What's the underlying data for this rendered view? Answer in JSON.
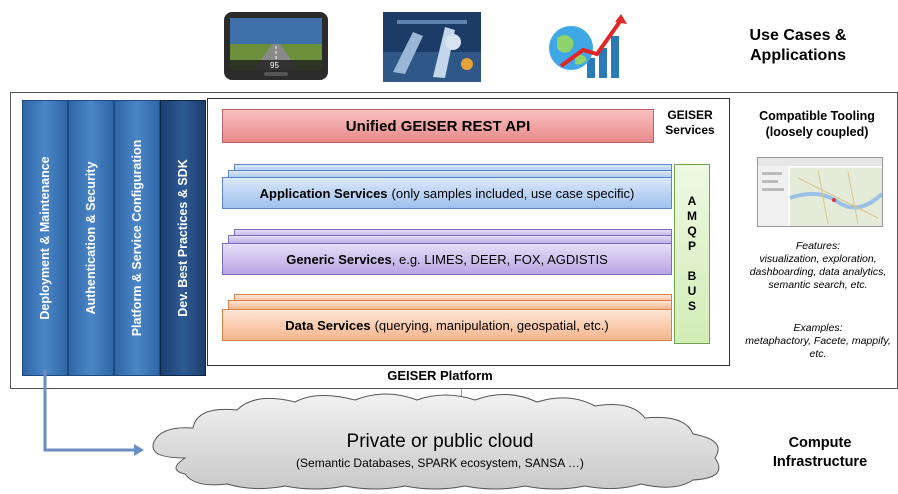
{
  "top": {
    "use_cases_title": "Use Cases & Applications",
    "images": [
      {
        "name": "navigation-device",
        "readout": "95"
      },
      {
        "name": "factory"
      },
      {
        "name": "globe-growth-chart"
      }
    ]
  },
  "platform": {
    "label": "GEISER Platform",
    "pillars": [
      "Deployment & Maintenance",
      "Authentication & Security",
      "Platform & Service Configuration",
      "Dev. Best Practices & SDK"
    ],
    "services_label": "GEISER Services",
    "rest_api": "Unified GEISER REST API",
    "layers": {
      "application": {
        "bold": "Application Services",
        "rest": "(only samples included, use case specific)"
      },
      "generic": {
        "bold": "Generic Services",
        "rest": ", e.g. LIMES, DEER, FOX, AGDISTIS"
      },
      "data": {
        "bold": "Data Services",
        "rest": "(querying, manipulation, geospatial, etc.)"
      }
    },
    "amqp_letters": [
      "A",
      "M",
      "Q",
      "P",
      "",
      "B",
      "U",
      "S"
    ]
  },
  "right": {
    "tooling_title": "Compatible Tooling (loosely coupled)",
    "features_heading": "Features:",
    "features_text": "visualization, exploration, dashboarding, data analytics, semantic search, etc.",
    "examples_heading": "Examples:",
    "examples_text": "metaphactory, Facete, mappify, etc."
  },
  "cloud": {
    "title": "Private or public cloud",
    "subtitle": "(Semantic Databases, SPARK ecosystem, SANSA …)"
  },
  "compute_title": "Compute Infrastructure",
  "colors": {
    "pillar_blue": "#3a74b3",
    "pillar_dark": "#1f4676",
    "rest_api": "#f2a5a5",
    "application": "#bcd3f4",
    "generic": "#cbbff0",
    "data": "#f9c9a9",
    "amqp": "#dff2c8",
    "cloud": "#d9d9d9"
  }
}
